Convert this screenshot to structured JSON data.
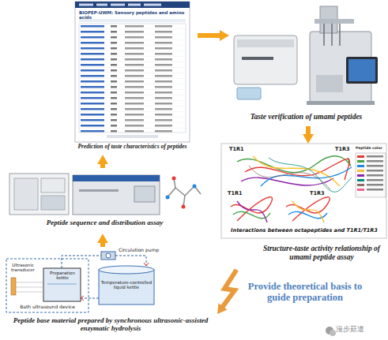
{
  "diagram": {
    "nodes": [
      {
        "text": [
          "Prediction of taste characteristics of peptides"
        ]
      },
      {
        "text": [
          "Taste verification of umami peptides"
        ]
      },
      {
        "text": [
          "Structure-taste activity relationship of umami peptide assay"
        ]
      },
      {
        "text": [
          "Peptide sequence and distribution assay"
        ]
      },
      {
        "text": [
          "Peptide base material prepared by synchronous ultrasonic-assisted enzymatic hydrolysis"
        ]
      }
    ],
    "edges": [
      {
        "from": 0,
        "to": 1,
        "arrow": "to"
      },
      {
        "from": 1,
        "to": 2,
        "arrow": "to"
      },
      {
        "from": 2,
        "to": 4,
        "arrow": "to",
        "label": "Provide theoretical basis to guide preparation"
      },
      {
        "from": 4,
        "to": 3,
        "arrow": "to"
      },
      {
        "from": 3,
        "to": 0,
        "arrow": "to"
      }
    ],
    "labels": [
      "BIOPEP-UWM: Sensory peptides and amino acids",
      "T1R1",
      "T1R3",
      "Peptide color",
      "T1R1",
      "T1R3",
      "Interactions between octapeptides and T1R1/T1R3",
      "Circulation pump",
      "Ultrasonic transducer",
      "Preparation kettle",
      "Bath ultrasound device",
      "Temperature-controlled liquid kettle",
      "漫步菇道"
    ]
  }
}
